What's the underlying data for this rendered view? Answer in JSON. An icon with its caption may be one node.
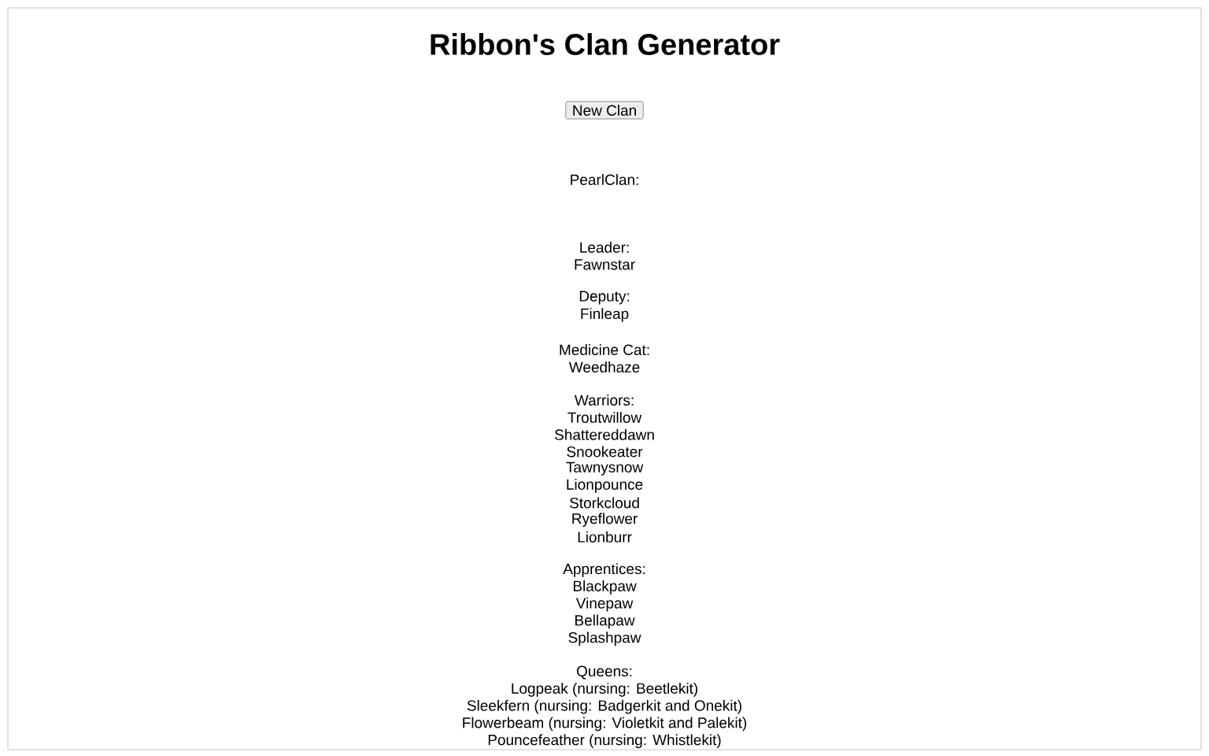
{
  "diagram": {
    "title": "Ribbon's Clan Generator",
    "nodes": [
      {
        "text": [
          "New Clan"
        ]
      }
    ],
    "labels": [
      "PearlClan:",
      "Leader:",
      "Fawnstar",
      "Deputy:",
      "Finleap",
      "Medicine Cat:",
      "Weedhaze",
      "Warriors:",
      "Troutwillow",
      "Shattereddawn",
      "Snookeater",
      "Tawnysnow",
      "Lionpounce",
      "Storkcloud",
      "Ryeflower",
      "Lionburr",
      "Apprentices:",
      "Blackpaw",
      "Vinepaw",
      "Bellapaw",
      "Splashpaw",
      "Queens:",
      "Logpeak (nursing: Beetlekit)",
      "Sleekfern (nursing: Badgerkit and Onekit)",
      "Flowerbeam (nursing: Violetkit and Palekit)",
      "Pouncefeather (nursing: Whistlekit)"
    ]
  }
}
